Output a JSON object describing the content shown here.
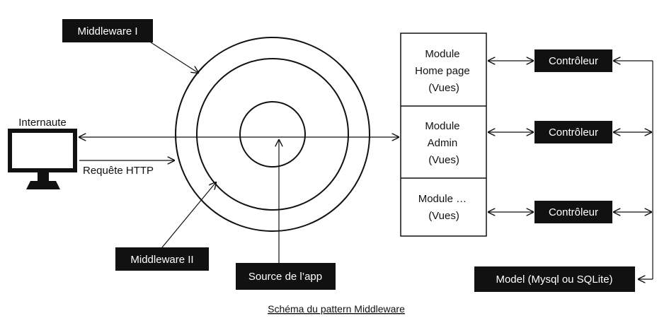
{
  "labels": {
    "middleware_1": "Middleware I",
    "middleware_2": "Middleware II",
    "source": "Source de l’app",
    "internaute": "Internaute",
    "requete": "Requête HTTP",
    "model": "Model (Mysql ou SQLite)",
    "caption": "Schéma du pattern Middleware"
  },
  "modules": [
    {
      "lines": [
        "Module",
        "Home page",
        "(Vues)"
      ]
    },
    {
      "lines": [
        "Module",
        "Admin",
        "(Vues)"
      ]
    },
    {
      "lines": [
        "Module …",
        "(Vues)"
      ]
    }
  ],
  "controllers": [
    "Contrôleur",
    "Contrôleur",
    "Contrôleur"
  ]
}
